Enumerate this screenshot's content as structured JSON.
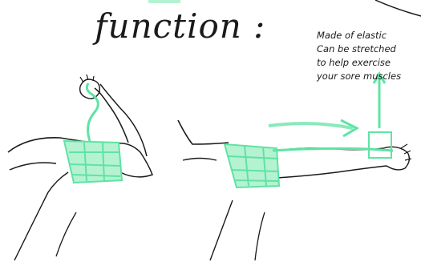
{
  "title": "function :",
  "note": {
    "lines": [
      "Made of elastic",
      "Can be stretched",
      "to help    exercise",
      "your sore  muscles"
    ]
  },
  "colors": {
    "ink": "#1a1a1a",
    "band": "#5fe3a3",
    "band_light": "#b5f2d2"
  }
}
